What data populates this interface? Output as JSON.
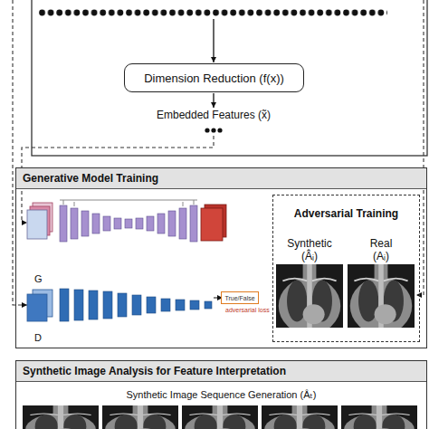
{
  "diagram": {
    "nodes": [
      {
        "text": [
          "Dimension Reduction (f(x))"
        ]
      },
      {
        "text": [
          "Generative Model Training"
        ]
      },
      {
        "text": [
          "Adversarial Training"
        ],
        "in": 1
      },
      {
        "text": [
          "Synthetic (Âᵢ)"
        ],
        "in": 2
      },
      {
        "text": [
          "Real (Aᵢ)"
        ],
        "in": 2
      },
      {
        "text": [
          "True/False"
        ],
        "in": 1
      },
      {
        "text": [
          "Synthetic Image Analysis for Feature Interpretation",
          "Synthetic Image Sequence Generation (Âₜ)"
        ]
      }
    ],
    "labels": [
      "Embedded Features (x̃)",
      "G",
      "D",
      "adversarial loss"
    ]
  }
}
